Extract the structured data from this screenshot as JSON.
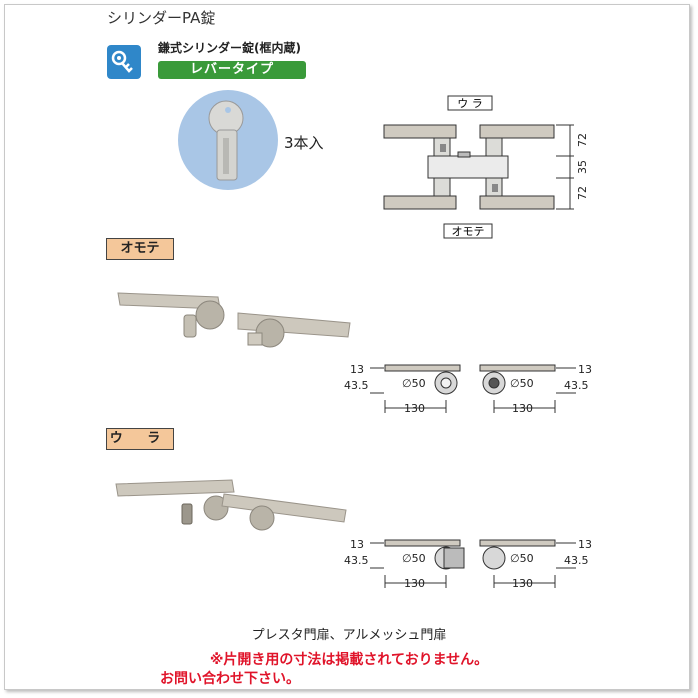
{
  "title": "シリンダーPA錠",
  "lock_type": "鎌式シリンダー錠(框内蔵)",
  "lever_type": "レバータイプ",
  "key_count": "3本入",
  "sections": {
    "omote": "オモテ",
    "ura": "ウ ラ"
  },
  "diagram_top": {
    "ura_label": "ウ ラ",
    "omote_label": "オモテ",
    "dims": [
      "72",
      "35",
      "72"
    ]
  },
  "dims_omote": {
    "left": {
      "top": "13",
      "bottom": "43.5",
      "diameter": "∅50",
      "width": "130"
    },
    "right": {
      "top": "13",
      "bottom": "43.5",
      "diameter": "∅50",
      "width": "130"
    }
  },
  "dims_ura": {
    "left": {
      "top": "13",
      "bottom": "43.5",
      "diameter": "∅50",
      "width": "130"
    },
    "right": {
      "top": "13",
      "bottom": "43.5",
      "diameter": "∅50",
      "width": "130"
    }
  },
  "applicable_doors": "プレスタ門扉、アルメッシュ門扉",
  "notice_line1": "※片開き用の寸法は掲載されておりません。",
  "notice_line2": "お問い合わせ下さい。",
  "colors": {
    "accent_green": "#3a9a3a",
    "icon_blue": "#2f87c9",
    "label_orange": "#f4c79a",
    "notice_red": "#e0142a"
  }
}
